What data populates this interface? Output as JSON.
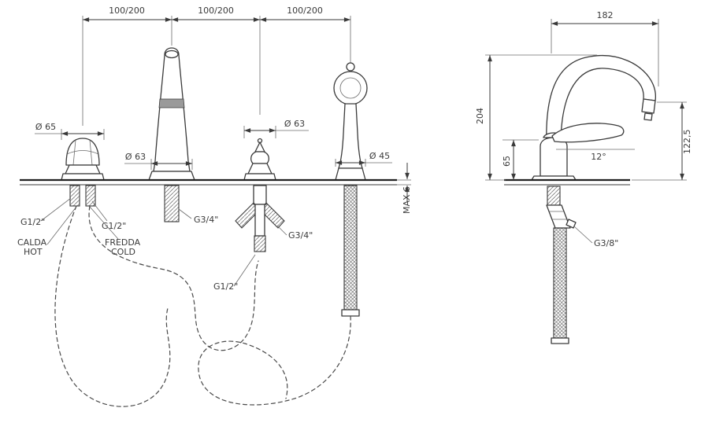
{
  "page": {
    "background": "#ffffff",
    "line_color": "#3a3a3a"
  },
  "left_drawing": {
    "description": "4-hole deck mounted bathtub mixer, top/front installation view",
    "spacing_dims": [
      "100/200",
      "100/200",
      "100/200"
    ],
    "handle_diameter": "Ø 65",
    "spout_diameter": "Ø 63",
    "diverter_diameter": "Ø 63",
    "handshower_diameter": "Ø 45",
    "hot_inlet_thread": "G1/2\"",
    "cold_inlet_thread": "G1/2\"",
    "hot_label_line1": "CALDA",
    "hot_label_line2": "HOT",
    "cold_label_line1": "FREDDA",
    "cold_label_line2": "COLD",
    "spout_thread": "G3/4\"",
    "diverter_thread": "G3/4\"",
    "shower_hose_thread": "G1/2\"",
    "deck_thickness_max": "MAX 6"
  },
  "right_drawing": {
    "description": "single-lever basin mixer, side view",
    "width_dim": "182",
    "total_height_dim": "204",
    "spout_height_dim": "122,5",
    "body_height_dim": "65",
    "handle_angle": "12°",
    "supply_thread": "G3/8\""
  }
}
